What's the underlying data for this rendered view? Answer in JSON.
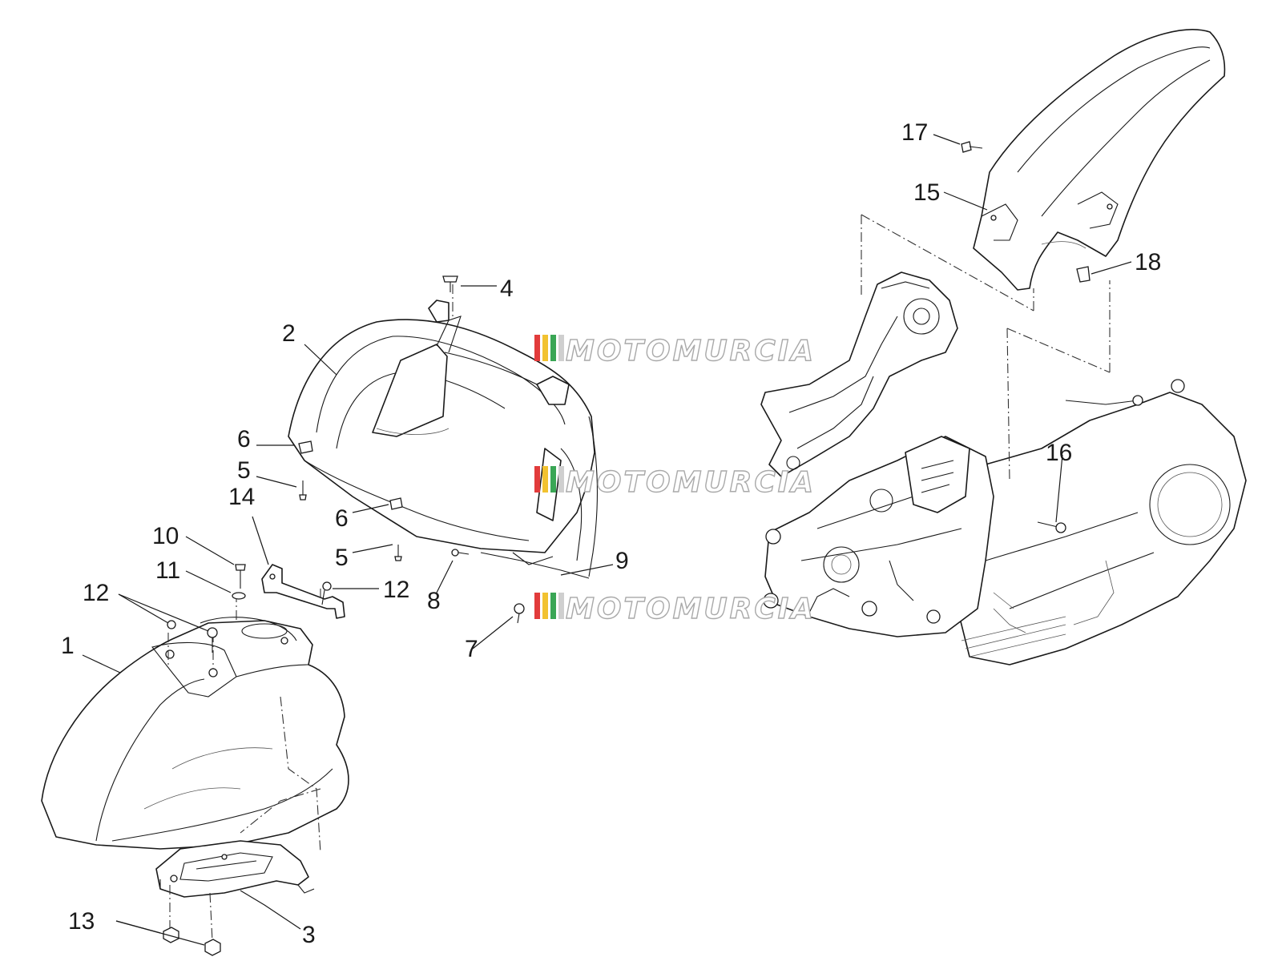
{
  "watermark": {
    "text": "MOTOMURCIA",
    "stripe_colors": [
      "#e23b3b",
      "#f2c230",
      "#3aa655",
      "#cfcfcf"
    ]
  },
  "callouts": [
    {
      "id": "c1",
      "label": "1"
    },
    {
      "id": "c2",
      "label": "2"
    },
    {
      "id": "c3",
      "label": "3"
    },
    {
      "id": "c4",
      "label": "4"
    },
    {
      "id": "c5a",
      "label": "5"
    },
    {
      "id": "c5b",
      "label": "5"
    },
    {
      "id": "c6a",
      "label": "6"
    },
    {
      "id": "c6b",
      "label": "6"
    },
    {
      "id": "c7",
      "label": "7"
    },
    {
      "id": "c8",
      "label": "8"
    },
    {
      "id": "c9",
      "label": "9"
    },
    {
      "id": "c10",
      "label": "10"
    },
    {
      "id": "c11",
      "label": "11"
    },
    {
      "id": "c12a",
      "label": "12"
    },
    {
      "id": "c12b",
      "label": "12"
    },
    {
      "id": "c13",
      "label": "13"
    },
    {
      "id": "c14",
      "label": "14"
    },
    {
      "id": "c15",
      "label": "15"
    },
    {
      "id": "c16",
      "label": "16"
    },
    {
      "id": "c17",
      "label": "17"
    },
    {
      "id": "c18",
      "label": "18"
    }
  ]
}
